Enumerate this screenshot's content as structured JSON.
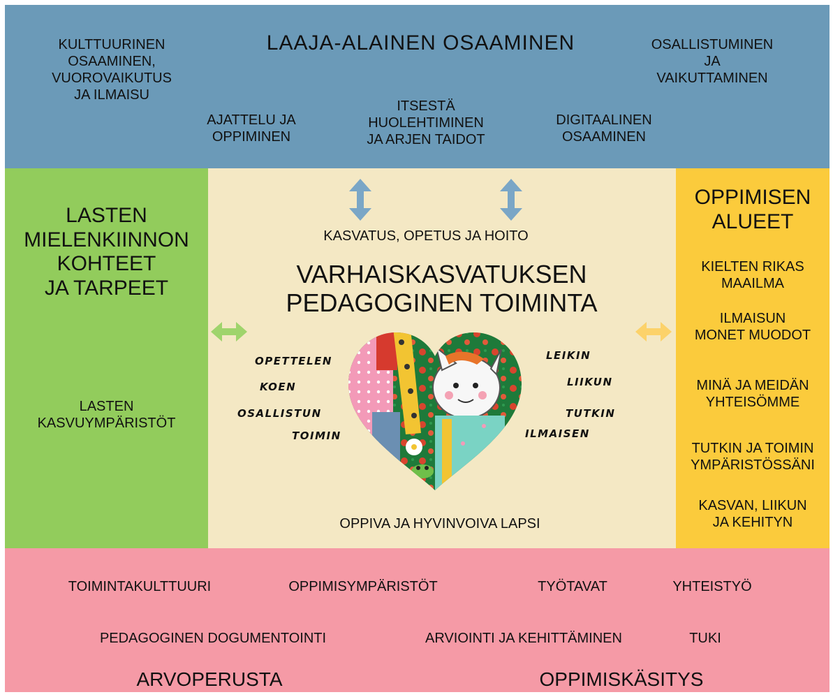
{
  "colors": {
    "top": "#6b9ab8",
    "left": "#92cc5c",
    "center": "#f4e8c4",
    "right": "#fbcb3c",
    "bottom": "#f59aa6",
    "arrow_blue": "#7aa6c6",
    "arrow_green": "#9fd46c",
    "arrow_yellow": "#fcd26a"
  },
  "top": {
    "title": "LAAJA-ALAINEN OSAAMINEN",
    "items": [
      "KULTTUURINEN\nOSAAMINEN,\nVUOROVAIKUTUS\nJA ILMAISU",
      "AJATTELU JA\nOPPIMINEN",
      "ITSESTÄ\nHUOLEHTIMINEN\nJA ARJEN TAIDOT",
      "DIGITAALINEN\nOSAAMINEN",
      "OSALLISTUMINEN\nJA\nVAIKUTTAMINEN"
    ]
  },
  "left": {
    "heading": "LASTEN\nMIELENKIINNON\nKOHTEET\nJA TARPEET",
    "sub": "LASTEN\nKASVUYMPÄRISTÖT"
  },
  "center": {
    "kasvatus": "KASVATUS, OPETUS JA HOITO",
    "title": "VARHAISKASVATUKSEN\nPEDAGOGINEN TOIMINTA",
    "words_left": [
      "OPETTELEN",
      "KOEN",
      "OSALLISTUN",
      "TOIMIN"
    ],
    "words_right": [
      "LEIKIN",
      "LIIKUN",
      "TUTKIN",
      "ILMAISEN"
    ],
    "footer": "OPPIVA JA HYVINVOIVA LAPSI"
  },
  "right": {
    "heading": "OPPIMISEN\nALUEET",
    "items": [
      "KIELTEN RIKAS\nMAAILMA",
      "ILMAISUN\nMONET MUODOT",
      "MINÄ JA MEIDÄN\nYHTEISÖMME",
      "TUTKIN JA TOIMIN\nYMPÄRISTÖSSÄNI",
      "KASVAN, LIIKUN\nJA KEHITYN"
    ]
  },
  "bottom": {
    "row1": [
      "TOIMINTAKULTTUURI",
      "OPPIMISYMPÄRISTÖT",
      "TYÖTAVAT",
      "YHTEISTYÖ"
    ],
    "row2": [
      "PEDAGOGINEN DOGUMENTOINTI",
      "ARVIOINTI JA KEHITTÄMINEN",
      "TUKI"
    ],
    "row3": [
      "ARVOPERUSTA",
      "OPPIMISKÄSITYS"
    ]
  }
}
